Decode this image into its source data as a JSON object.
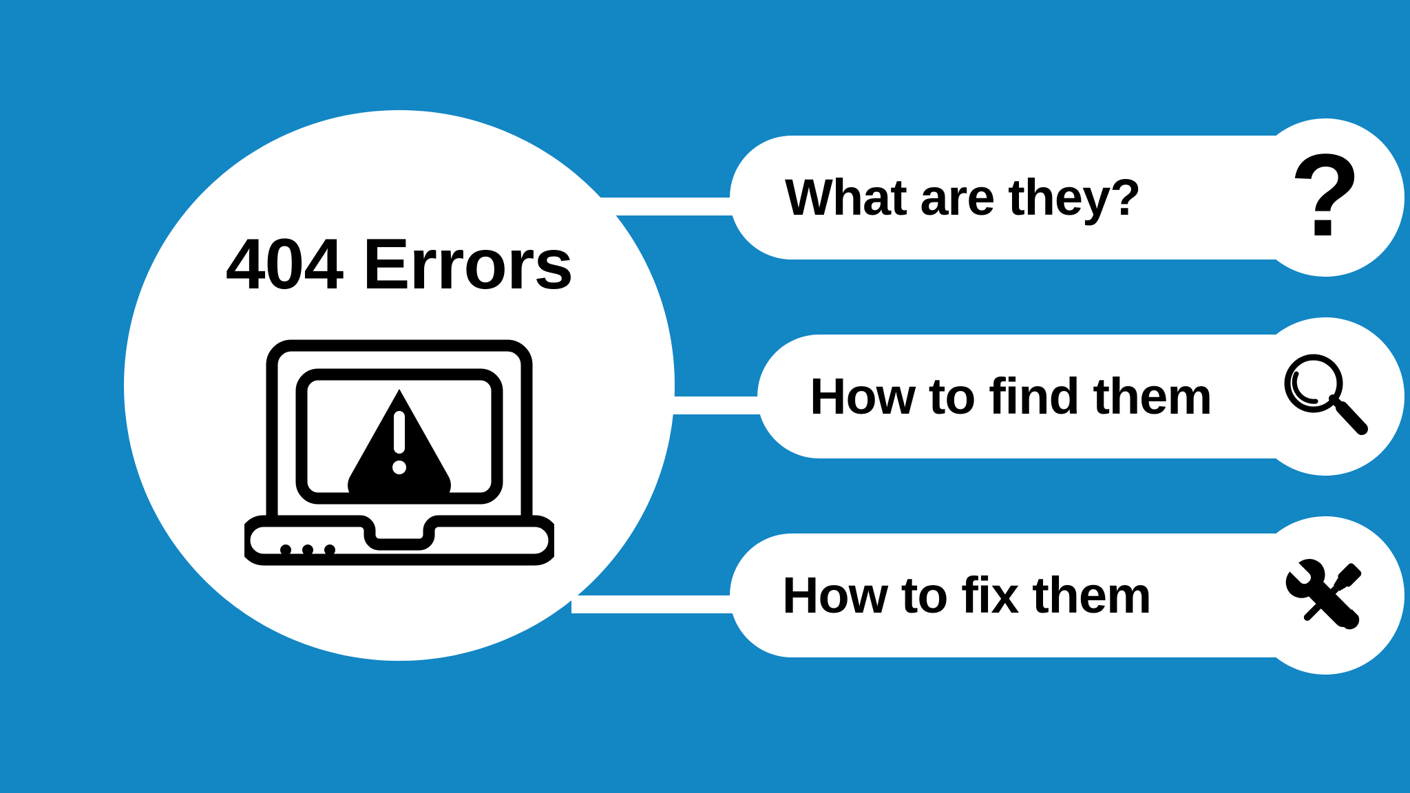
{
  "theme": {
    "background_color": "#1386c4",
    "card_color": "#ffffff",
    "text_color": "#000000"
  },
  "hub": {
    "title": "404 Errors",
    "icon": "laptop-warning-icon"
  },
  "branches": [
    {
      "label": "What are they?",
      "icon": "question-mark-icon",
      "icon_glyph": "?"
    },
    {
      "label": "How to find them",
      "icon": "magnifying-glass-icon",
      "icon_glyph": ""
    },
    {
      "label": "How to fix them",
      "icon": "wrench-screwdriver-icon",
      "icon_glyph": ""
    }
  ]
}
